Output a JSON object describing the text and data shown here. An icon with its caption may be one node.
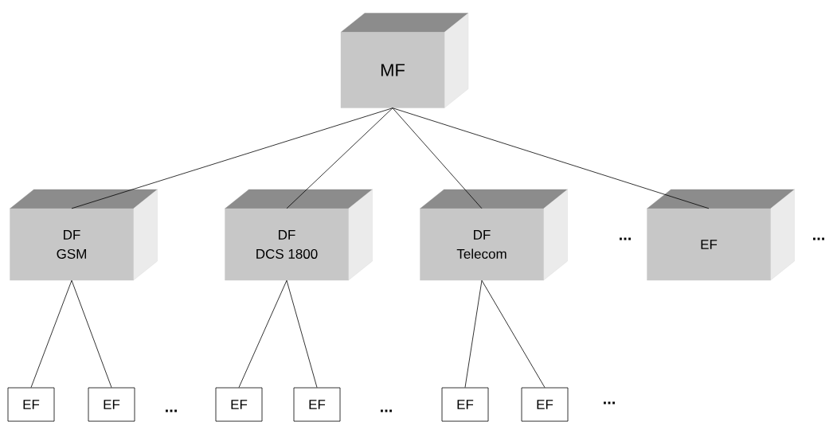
{
  "diagram": {
    "nodes": [
      {
        "text": [
          "MF"
        ]
      },
      {
        "text": [
          "DF",
          "GSM"
        ]
      },
      {
        "text": [
          "DF",
          "DCS 1800"
        ]
      },
      {
        "text": [
          "DF",
          "Telecom"
        ]
      },
      {
        "text": [
          "EF"
        ]
      },
      {
        "text": [
          "EF"
        ]
      },
      {
        "text": [
          "EF"
        ]
      },
      {
        "text": [
          "EF"
        ]
      },
      {
        "text": [
          "EF"
        ]
      },
      {
        "text": [
          "EF"
        ]
      },
      {
        "text": [
          "EF"
        ]
      }
    ],
    "edges": [
      {
        "from": 0,
        "to": 1,
        "arrow": "none"
      },
      {
        "from": 0,
        "to": 2,
        "arrow": "none"
      },
      {
        "from": 0,
        "to": 3,
        "arrow": "none"
      },
      {
        "from": 0,
        "to": 4,
        "arrow": "none"
      },
      {
        "from": 1,
        "to": 5,
        "arrow": "none"
      },
      {
        "from": 1,
        "to": 6,
        "arrow": "none"
      },
      {
        "from": 2,
        "to": 7,
        "arrow": "none"
      },
      {
        "from": 2,
        "to": 8,
        "arrow": "none"
      },
      {
        "from": 3,
        "to": 9,
        "arrow": "none"
      },
      {
        "from": 3,
        "to": 10,
        "arrow": "none"
      }
    ],
    "labels": [
      "...",
      "...",
      "...",
      "...",
      "..."
    ]
  }
}
